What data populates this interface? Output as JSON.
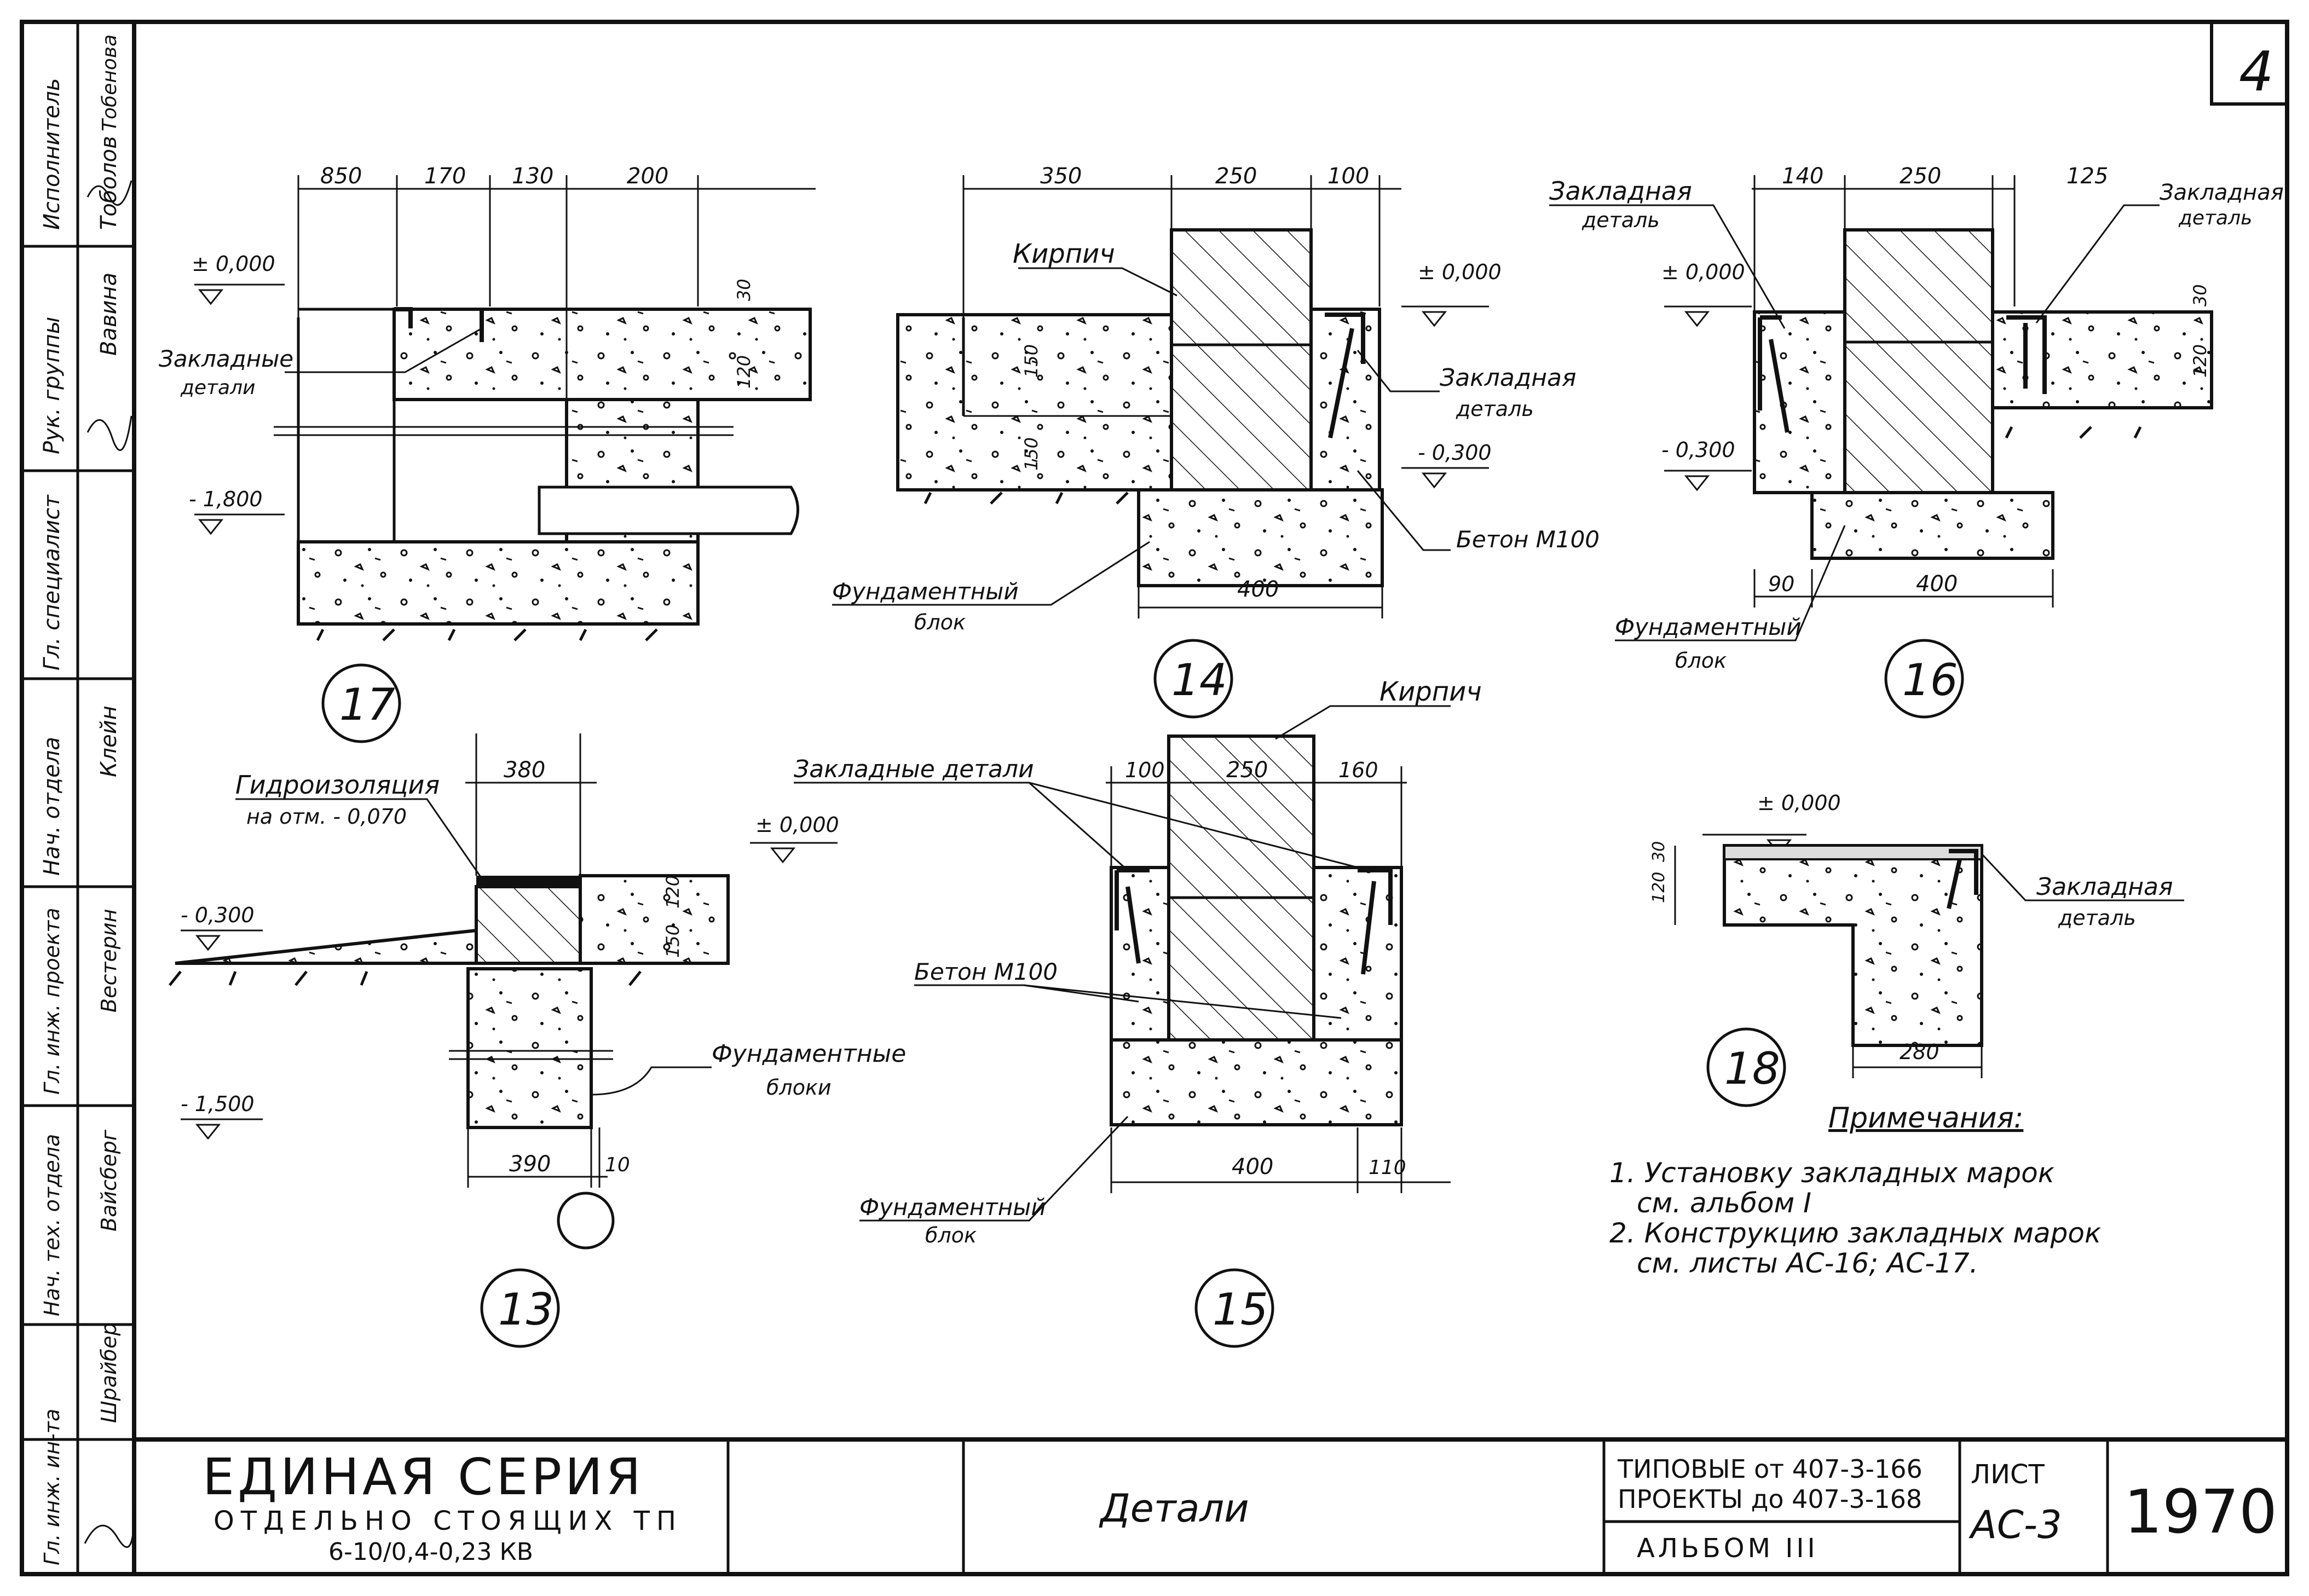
{
  "sheet_corner_number": "4",
  "side_stamp": [
    {
      "role": "Исполнитель",
      "name": "Тоболов",
      "extra": "Тобенова"
    },
    {
      "role": "Рук. группы",
      "name": "Вавина",
      "extra": ""
    },
    {
      "role": "Гл. специалист",
      "name": "",
      "extra": ""
    },
    {
      "role": "Нач. отдела",
      "name": "Клейн",
      "extra": ""
    },
    {
      "role": "Гл. инж. проекта",
      "name": "Вестерин",
      "extra": ""
    },
    {
      "role": "Нач. тех. отдела",
      "name": "Вайсберг",
      "extra": ""
    },
    {
      "role": "Гл. инж. ин-та",
      "name": "Шрайбер",
      "extra": ""
    }
  ],
  "details": {
    "d17": {
      "number": "17",
      "dims": [
        "850",
        "170",
        "130",
        "200"
      ],
      "levels": [
        "± 0,000",
        "- 1,800"
      ],
      "vertical_dims": [
        "30",
        "120"
      ],
      "labels": [
        "Закладные",
        "детали"
      ]
    },
    "d14": {
      "number": "14",
      "dims": [
        "350",
        "250",
        "100",
        "400"
      ],
      "levels": [
        "± 0,000",
        "- 0,300"
      ],
      "vertical_dims": [
        "150",
        "150"
      ],
      "labels": {
        "brick": "Кирпич",
        "embed1": "Закладная",
        "embed2": "деталь",
        "concrete": "Бетон М100",
        "block1": "Фундаментный",
        "block2": "блок"
      }
    },
    "d16": {
      "number": "16",
      "dims": [
        "140",
        "250",
        "125",
        "90",
        "400"
      ],
      "levels": [
        "± 0,000",
        "- 0,300"
      ],
      "vertical_dims": [
        "30",
        "120"
      ],
      "labels": {
        "embed_left1": "Закладная",
        "embed_left2": "деталь",
        "embed_right1": "Закладная",
        "embed_right2": "деталь",
        "block1": "Фундаментный",
        "block2": "блок"
      }
    },
    "d13": {
      "number": "13",
      "dims": [
        "380",
        "390",
        "10"
      ],
      "levels": [
        "± 0,000",
        "- 0,300",
        "- 1,500"
      ],
      "vertical_dims": [
        "120",
        "150"
      ],
      "labels": {
        "hydro1": "Гидроизоляция",
        "hydro2": "на отм. - 0,070",
        "blocks1": "Фундаментные",
        "blocks2": "блоки"
      }
    },
    "d15": {
      "number": "15",
      "dims": [
        "100",
        "250",
        "160",
        "400",
        "110"
      ],
      "labels": {
        "brick": "Кирпич",
        "embeds": "Закладные детали",
        "concrete": "Бетон М100",
        "block1": "Фундаментный",
        "block2": "блок"
      }
    },
    "d18": {
      "number": "18",
      "dims": [
        "280"
      ],
      "levels": [
        "± 0,000"
      ],
      "vertical_dims": [
        "30",
        "120"
      ],
      "labels": {
        "embed1": "Закладная",
        "embed2": "деталь"
      }
    }
  },
  "notes": {
    "title": "Примечания:",
    "items": [
      [
        "1. Установку закладных марок",
        "см. альбом I"
      ],
      [
        "2. Конструкцию закладных марок",
        "см. листы АС-16; АС-17."
      ]
    ]
  },
  "title_block": {
    "series_title": "ЕДИНАЯ СЕРИЯ",
    "series_sub1": "ОТДЕЛЬНО СТОЯЩИХ ТП",
    "series_sub2": "6-10/0,4-0,23 КВ",
    "drawing_name": "Детали",
    "typical_label1": "ТИПОВЫЕ от 407-3-166",
    "typical_label2": "ПРОЕКТЫ до 407-3-168",
    "album": "АЛЬБОМ III",
    "sheet_label": "ЛИСТ",
    "sheet_code": "АС-3",
    "year": "1970"
  }
}
